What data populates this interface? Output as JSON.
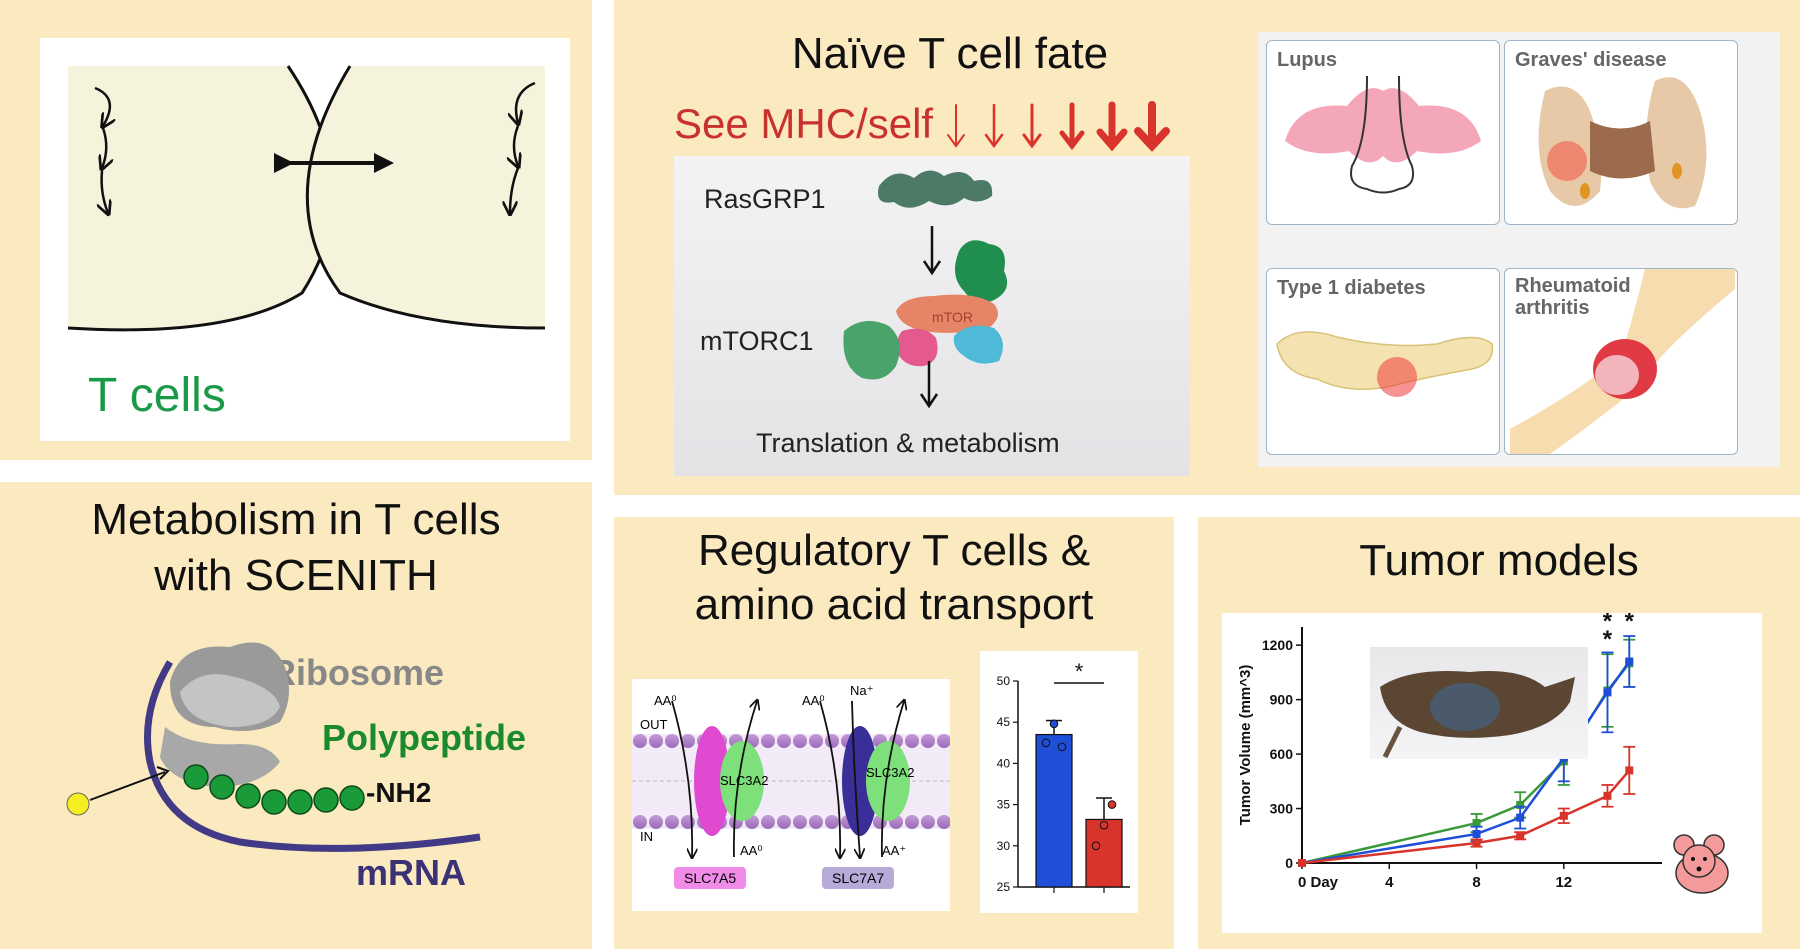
{
  "panel1": {
    "label": "T cells"
  },
  "panel2": {
    "title": "Naïve T cell fate",
    "see_label": "See MHC/self",
    "rasgrp1": "RasGRP1",
    "mtorc1": "mTORC1",
    "mtor": "mTOR",
    "translation": "Translation & metabolism",
    "colors": {
      "red": "#c8312c",
      "green": "#1a8f4a"
    }
  },
  "diseases": {
    "lupus": "Lupus",
    "graves": "Graves' disease",
    "t1d": "Type 1 diabetes",
    "ra_line1": "Rheumatoid",
    "ra_line2": "arthritis"
  },
  "panel3": {
    "title_line1": "Metabolism in T cells",
    "title_line2": "with SCENITH",
    "ribosome": "Ribosome",
    "polypeptide": "Polypeptide",
    "nh2": "-NH2",
    "mrna": "mRNA"
  },
  "panel4": {
    "title_line1": "Regulatory T cells &",
    "title_line2": "amino acid transport",
    "aa0_a": "AA⁰",
    "aa0_b": "AA⁰",
    "aa0_c": "AA⁰",
    "na": "Na⁺",
    "aa_plus": "AA⁺",
    "out": "OUT",
    "in": "IN",
    "slc3a2_a": "SLC3A2",
    "slc3a2_b": "SLC3A2",
    "slc7a5": "SLC7A5",
    "slc7a7": "SLC7A7",
    "significance": "*"
  },
  "panel5": {
    "title": "Tumor models",
    "ylabel": "Tumor Volume (mm^3)",
    "xlabel_first": "0 Day",
    "star": "*"
  },
  "chart_data": [
    {
      "type": "bar",
      "categories": [
        "",
        ""
      ],
      "values": [
        43.5,
        33.2
      ],
      "errors": [
        1.7,
        2.6
      ],
      "points": [
        [
          42.5,
          44.8,
          42.0
        ],
        [
          30.0,
          32.5,
          35.0
        ]
      ],
      "colors": [
        "#1f4fd8",
        "#d9342b"
      ],
      "yticks": [
        25,
        30,
        35,
        40,
        45,
        50
      ],
      "ylim": [
        25,
        50
      ],
      "annotation": "*"
    },
    {
      "type": "line",
      "x": [
        0,
        8,
        10,
        12,
        14,
        15
      ],
      "xticks": [
        0,
        4,
        8,
        12
      ],
      "xtick_labels": [
        "0 Day",
        "4",
        "8",
        "12"
      ],
      "yticks": [
        0,
        300,
        600,
        900,
        1200
      ],
      "xlim": [
        0,
        16.5
      ],
      "ylim": [
        0,
        1300
      ],
      "ylabel": "Tumor Volume (mm^3)",
      "series": [
        {
          "color": "#3a9a3a",
          "values": [
            0,
            220,
            320,
            560,
            950,
            1100
          ],
          "errors": [
            0,
            50,
            70,
            130,
            200,
            130
          ]
        },
        {
          "color": "#1f4fd8",
          "values": [
            0,
            160,
            250,
            580,
            940,
            1110
          ],
          "errors": [
            0,
            40,
            60,
            130,
            220,
            140
          ]
        },
        {
          "color": "#d9342b",
          "values": [
            0,
            110,
            150,
            260,
            370,
            510
          ],
          "errors": [
            0,
            20,
            20,
            40,
            60,
            130
          ]
        }
      ],
      "annotations": [
        "* *",
        "*"
      ]
    }
  ]
}
